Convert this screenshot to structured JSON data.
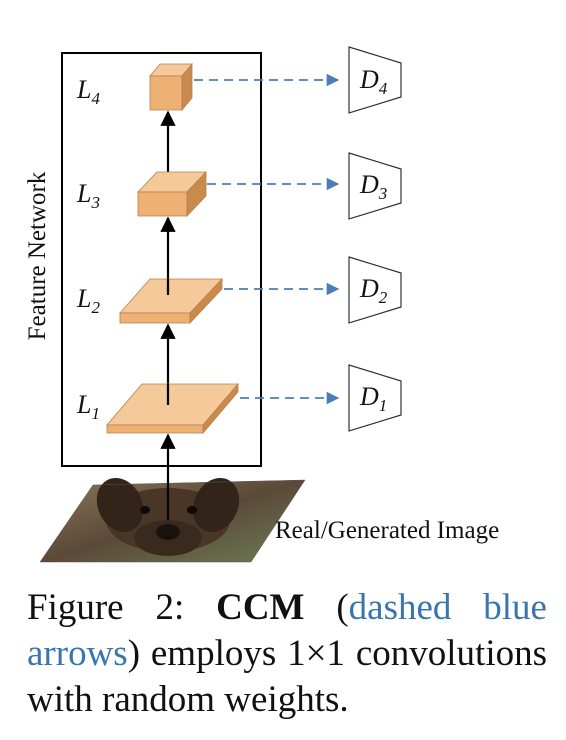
{
  "diagram": {
    "network_label": "Feature Network",
    "input_label": "Real/Generated Image",
    "layers": [
      {
        "label_main": "L",
        "label_sub": "1"
      },
      {
        "label_main": "L",
        "label_sub": "2"
      },
      {
        "label_main": "L",
        "label_sub": "3"
      },
      {
        "label_main": "L",
        "label_sub": "4"
      }
    ],
    "discriminators": [
      {
        "label_main": "D",
        "label_sub": "1"
      },
      {
        "label_main": "D",
        "label_sub": "2"
      },
      {
        "label_main": "D",
        "label_sub": "3"
      },
      {
        "label_main": "D",
        "label_sub": "4"
      }
    ],
    "colors": {
      "block_top": "#f5c99a",
      "block_front": "#eeb174",
      "block_side": "#c98a4e",
      "dashed_arrow": "#4a7fb5"
    }
  },
  "caption": {
    "prefix": "Figure 2: ",
    "bold": "CCM",
    "open_paren": " (",
    "blue": "dashed blue arrows",
    "rest": ") employs 1×1 convolutions with random weights."
  }
}
